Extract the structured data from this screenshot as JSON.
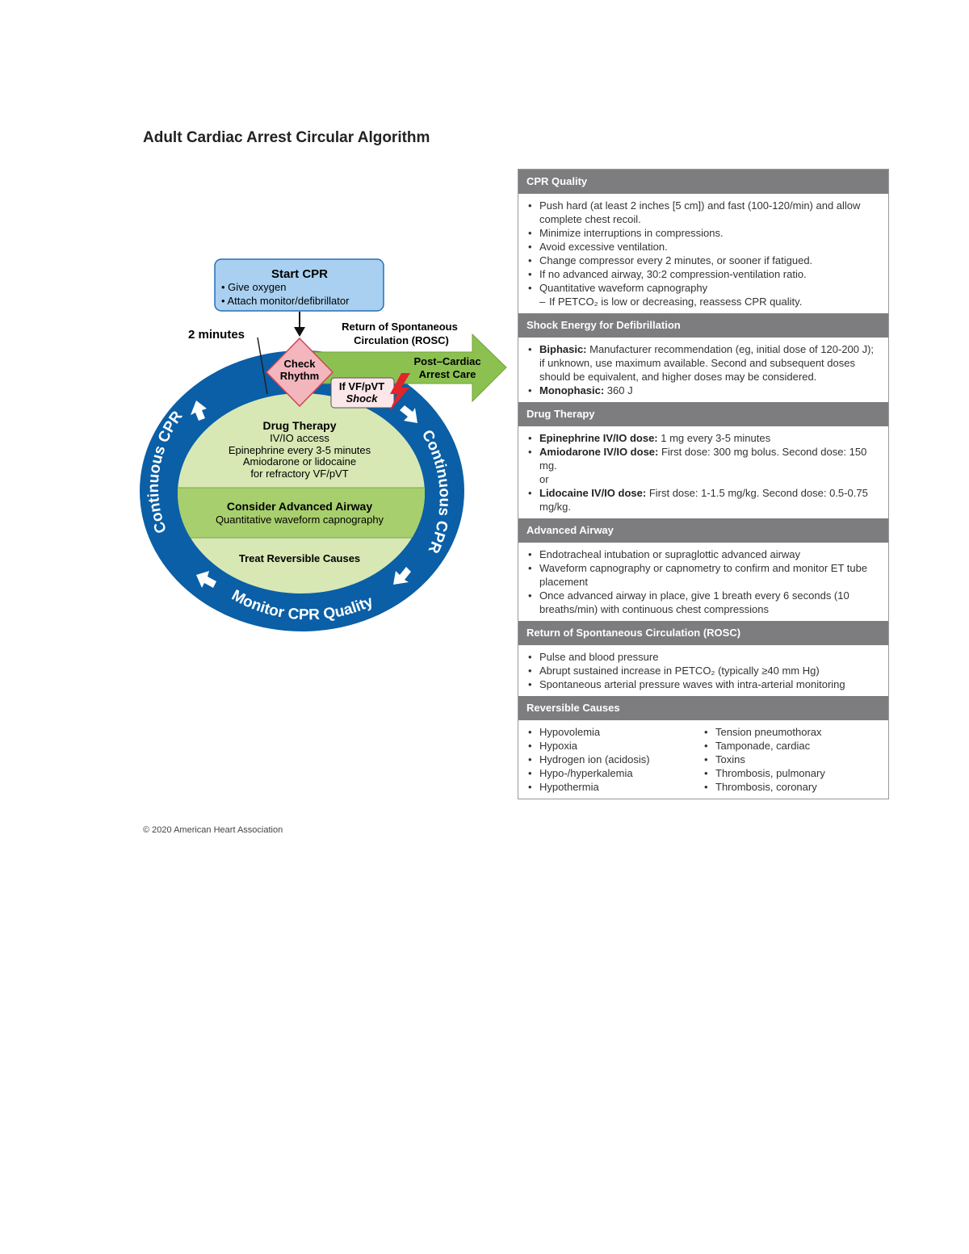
{
  "title": "Adult Cardiac Arrest Circular Algorithm",
  "copyright": "© 2020 American Heart Association",
  "diagram": {
    "start_title": "Start CPR",
    "start_items": [
      "• Give oxygen",
      "• Attach monitor/defibrillator"
    ],
    "two_minutes": "2 minutes",
    "check": [
      "Check",
      "Rhythm"
    ],
    "rosc": [
      "Return of Spontaneous",
      "Circulation (ROSC)"
    ],
    "post": [
      "Post–Cardiac",
      "Arrest Care"
    ],
    "shock": [
      "If VF/pVT",
      "Shock"
    ],
    "drug_title": "Drug Therapy",
    "drug_lines": [
      "IV/IO access",
      "Epinephrine every 3-5 minutes",
      "Amiodarone or lidocaine",
      "for refractory VF/pVT"
    ],
    "airway_title": "Consider Advanced Airway",
    "airway_line": "Quantitative waveform capnography",
    "causes": "Treat Reversible Causes",
    "ring_left": "Continuous CPR",
    "ring_right": "Continuous CPR",
    "ring_bottom": "Monitor CPR Quality",
    "colors": {
      "ring": "#0a5fa6",
      "inner": "#d8e8b4",
      "band": "#a8cf6e",
      "arrow": "#8cc152",
      "diamond": "#f4b6bd"
    }
  },
  "sections": [
    {
      "title": "CPR Quality",
      "items": [
        {
          "text": "Push hard (at least 2 inches [5 cm]) and fast (100-120/min) and allow complete chest recoil."
        },
        {
          "text": "Minimize interruptions in compressions."
        },
        {
          "text": "Avoid excessive ventilation."
        },
        {
          "text": "Change compressor every 2 minutes, or sooner if fatigued."
        },
        {
          "text": "If no advanced airway, 30:2 compression-ventilation ratio."
        },
        {
          "text": "Quantitative waveform capnography"
        },
        {
          "text": "If PETCO₂ is low or decreasing, reassess CPR quality.",
          "sub": true
        }
      ]
    },
    {
      "title": "Shock Energy for Defibrillation",
      "items": [
        {
          "bold": "Biphasic:",
          "text": " Manufacturer recommendation (eg, initial dose of 120-200 J); if unknown, use maximum available. Second and subsequent doses should be equivalent, and higher doses may be considered."
        },
        {
          "bold": "Monophasic:",
          "text": " 360 J"
        }
      ]
    },
    {
      "title": "Drug Therapy",
      "items": [
        {
          "bold": "Epinephrine IV/IO dose:",
          "text": " 1 mg every 3-5 minutes"
        },
        {
          "bold": "Amiodarone IV/IO dose:",
          "text": " First dose: 300 mg bolus. Second dose: 150 mg."
        },
        {
          "text": "or",
          "plain": true
        },
        {
          "bold": "Lidocaine IV/IO dose:",
          "text": " First dose: 1-1.5 mg/kg. Second dose: 0.5-0.75 mg/kg."
        }
      ]
    },
    {
      "title": "Advanced Airway",
      "items": [
        {
          "text": "Endotracheal intubation or supraglottic advanced airway"
        },
        {
          "text": "Waveform capnography or capnometry to confirm and monitor ET tube placement"
        },
        {
          "text": "Once advanced airway in place, give 1 breath every 6 seconds (10 breaths/min) with continuous chest compressions"
        }
      ]
    },
    {
      "title": "Return of Spontaneous Circulation (ROSC)",
      "items": [
        {
          "text": "Pulse and blood pressure"
        },
        {
          "text": "Abrupt sustained increase in PETCO₂ (typically ≥40 mm Hg)"
        },
        {
          "text": "Spontaneous arterial pressure waves with intra-arterial monitoring"
        }
      ]
    }
  ],
  "reversible": {
    "title": "Reversible Causes",
    "left": [
      "Hypovolemia",
      "Hypoxia",
      "Hydrogen ion (acidosis)",
      "Hypo-/hyperkalemia",
      "Hypothermia"
    ],
    "right": [
      "Tension pneumothorax",
      "Tamponade, cardiac",
      "Toxins",
      "Thrombosis, pulmonary",
      "Thrombosis, coronary"
    ]
  }
}
